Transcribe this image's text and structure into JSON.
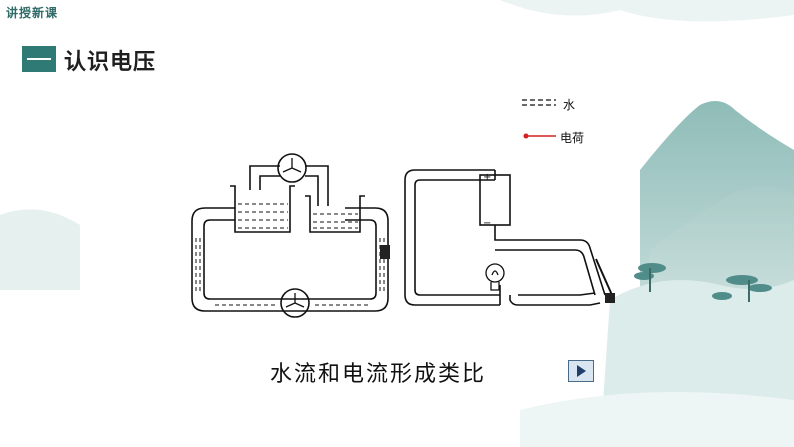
{
  "header": {
    "section_label": "讲授新课",
    "title": "认识电压"
  },
  "diagram": {
    "legend": {
      "water_label": "水",
      "charge_label": "电荷"
    },
    "battery": {
      "plus": "+",
      "minus": "−"
    },
    "caption": "水流和电流形成类比"
  },
  "controls": {
    "play_icon": "play-triangle-icon"
  },
  "colors": {
    "accent": "#2f7a75",
    "mountain": "#b9d6d4",
    "charge_arrow": "#d42020"
  }
}
